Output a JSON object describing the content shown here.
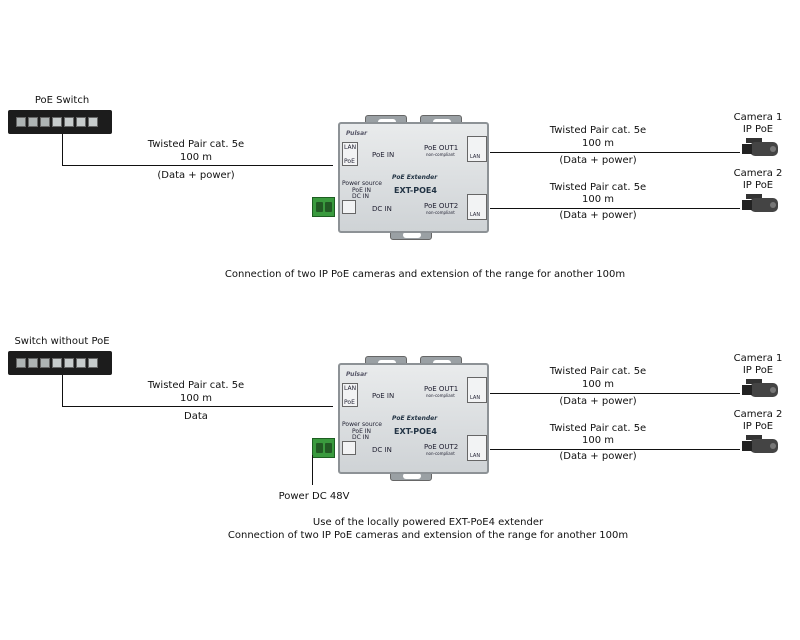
{
  "panels": [
    {
      "switch_label": "PoE Switch",
      "link_in": {
        "type": "Twisted Pair cat. 5e",
        "length": "100 m",
        "payload": "(Data + power)"
      },
      "device": {
        "brand": "Pulsar",
        "name": "PoE Extender",
        "model": "EXT-POE4",
        "poe_in": "PoE IN",
        "dc_in": "DC IN",
        "out1": "PoE OUT1",
        "out2": "PoE OUT2",
        "non_compliant": "non-compliant",
        "lan": "LAN",
        "poe": "PoE",
        "power_source": "Power source",
        "src1": "PoE IN",
        "src2": "DC IN"
      },
      "outputs": [
        {
          "type": "Twisted Pair cat. 5e",
          "length": "100 m",
          "payload": "(Data + power)",
          "camera": "Camera 1",
          "camera_type": "IP PoE"
        },
        {
          "type": "Twisted Pair cat. 5e",
          "length": "100 m",
          "payload": "(Data + power)",
          "camera": "Camera 2",
          "camera_type": "IP PoE"
        }
      ],
      "caption": [
        "Connection of two IP PoE cameras and extension of the range for another 100m"
      ]
    },
    {
      "switch_label": "Switch without PoE",
      "link_in": {
        "type": "Twisted Pair cat. 5e",
        "length": "100 m",
        "payload": "Data"
      },
      "power_label": "Power DC 48V",
      "device": {
        "brand": "Pulsar",
        "name": "PoE Extender",
        "model": "EXT-POE4",
        "poe_in": "PoE IN",
        "dc_in": "DC IN",
        "out1": "PoE OUT1",
        "out2": "PoE OUT2",
        "non_compliant": "non-compliant",
        "lan": "LAN",
        "poe": "PoE",
        "power_source": "Power source",
        "src1": "PoE IN",
        "src2": "DC IN"
      },
      "outputs": [
        {
          "type": "Twisted Pair cat. 5e",
          "length": "100 m",
          "payload": "(Data + power)",
          "camera": "Camera 1",
          "camera_type": "IP PoE"
        },
        {
          "type": "Twisted Pair cat. 5e",
          "length": "100 m",
          "payload": "(Data + power)",
          "camera": "Camera 2",
          "camera_type": "IP PoE"
        }
      ],
      "caption": [
        "Use of the locally powered EXT-PoE4 extender",
        "Connection of two IP PoE cameras and extension of the range for another 100m"
      ]
    }
  ]
}
